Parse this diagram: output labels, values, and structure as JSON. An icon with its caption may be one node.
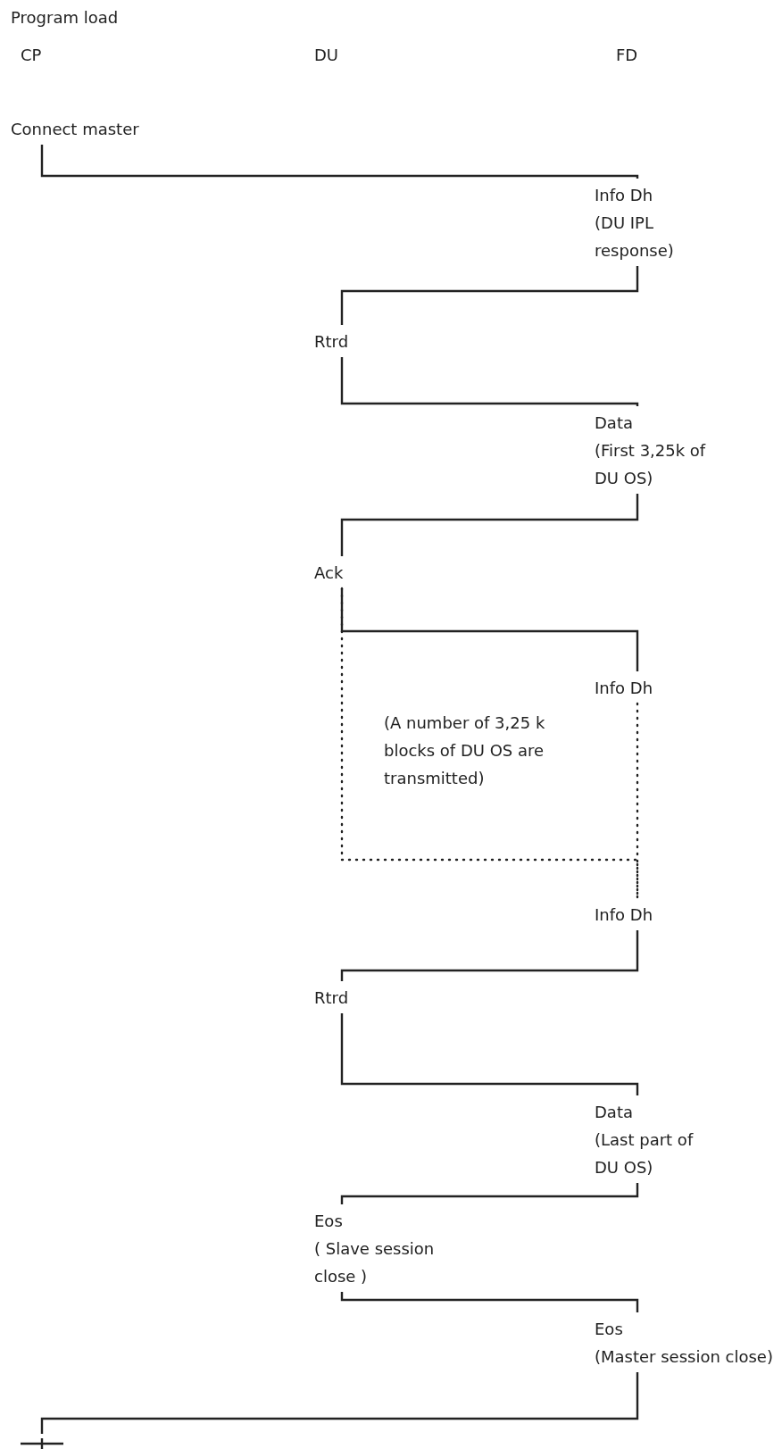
{
  "diagram": {
    "title": "Program load",
    "nodes": [
      {
        "text": [
          "Connect master"
        ]
      },
      {
        "text": [
          "Info Dh",
          "(DU IPL response)"
        ]
      },
      {
        "text": [
          "Rtrd"
        ]
      },
      {
        "text": [
          "Data",
          "(First 3,25k of DU OS)"
        ]
      },
      {
        "text": [
          "Ack"
        ]
      },
      {
        "text": [
          "Info Dh"
        ]
      },
      {
        "text": [
          "Info Dh"
        ]
      },
      {
        "text": [
          "Rtrd"
        ]
      },
      {
        "text": [
          "Data",
          "(Last part of DU OS)"
        ]
      },
      {
        "text": [
          "Eos",
          "( Slave session close )"
        ]
      },
      {
        "text": [
          "Eos",
          "(Master session close)"
        ]
      },
      {
        "text": [],
        "shape": "bar"
      }
    ],
    "edges": [
      {
        "from": 0,
        "to": 1,
        "arrow": "none"
      },
      {
        "from": 1,
        "to": 2,
        "arrow": "none"
      },
      {
        "from": 2,
        "to": 3,
        "arrow": "none"
      },
      {
        "from": 3,
        "to": 4,
        "arrow": "none"
      },
      {
        "from": 4,
        "to": 5,
        "arrow": "none"
      },
      {
        "from": 4,
        "to": 6,
        "arrow": "none",
        "style": "dashed"
      },
      {
        "from": 5,
        "to": 6,
        "arrow": "none",
        "style": "dashed"
      },
      {
        "from": 6,
        "to": 7,
        "arrow": "none"
      },
      {
        "from": 7,
        "to": 8,
        "arrow": "none"
      },
      {
        "from": 8,
        "to": 9,
        "arrow": "none"
      },
      {
        "from": 9,
        "to": 10,
        "arrow": "none"
      },
      {
        "from": 10,
        "to": 11,
        "arrow": "none"
      }
    ],
    "labels": [
      "CP",
      "DU",
      "FD",
      "(A number of 3,25 k blocks of DU OS are transmitted)"
    ]
  }
}
